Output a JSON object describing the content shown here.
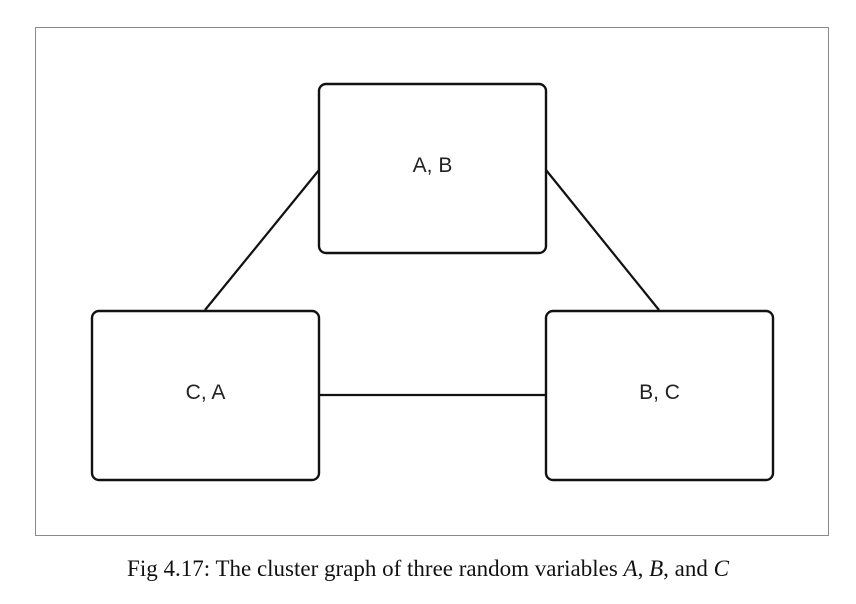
{
  "diagram": {
    "nodes": [
      {
        "id": "ab",
        "label": "A, B"
      },
      {
        "id": "ca",
        "label": "C, A"
      },
      {
        "id": "bc",
        "label": "B, C"
      }
    ],
    "edges": [
      {
        "from": "ab",
        "to": "ca"
      },
      {
        "from": "ab",
        "to": "bc"
      },
      {
        "from": "ca",
        "to": "bc"
      }
    ]
  },
  "caption": {
    "prefix": "Fig 4.17: The cluster graph of three random variables ",
    "var_a": "A",
    "sep1": ", ",
    "var_b": "B",
    "sep2": ", and ",
    "var_c": "C"
  }
}
